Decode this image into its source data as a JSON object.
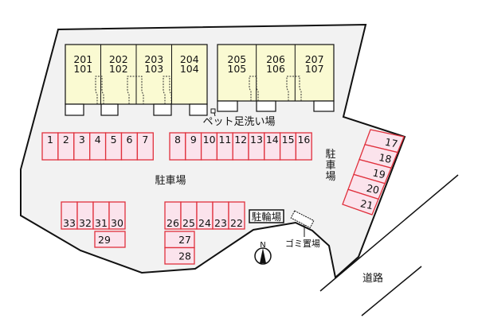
{
  "colors": {
    "lot_fill": "#f2f2f2",
    "building_fill": "#fafad2",
    "parking_fill": "#fbe3ec",
    "parking_stroke": "#e0303c",
    "outline": "#111111"
  },
  "buildings": [
    {
      "units": [
        [
          "201",
          "101"
        ],
        [
          "202",
          "102"
        ],
        [
          "203",
          "103"
        ],
        [
          "204",
          "104"
        ]
      ]
    },
    {
      "units": [
        [
          "205",
          "105"
        ],
        [
          "206",
          "106"
        ],
        [
          "207",
          "107"
        ]
      ]
    }
  ],
  "labels": {
    "pet_wash": "ペット足洗い場",
    "parking_main": "駐車場",
    "parking_side": "駐車場",
    "bicycle_parking": "駐輪場",
    "garbage": "ゴミ置場",
    "road": "道路",
    "north": "N"
  },
  "parking": {
    "row_top_left": [
      "1",
      "2",
      "3",
      "4",
      "5",
      "6",
      "7"
    ],
    "row_top_right": [
      "8",
      "9",
      "10",
      "11",
      "12",
      "13",
      "14",
      "15",
      "16"
    ],
    "row_side": [
      "17",
      "18",
      "19",
      "20",
      "21"
    ],
    "row_bottom_mid": [
      "26",
      "25",
      "24",
      "23",
      "22"
    ],
    "row_bottom_mid_below": [
      "27",
      "28"
    ],
    "row_bottom_left": [
      "33",
      "32",
      "31",
      "30"
    ],
    "row_bottom_left_below": [
      "29"
    ]
  }
}
